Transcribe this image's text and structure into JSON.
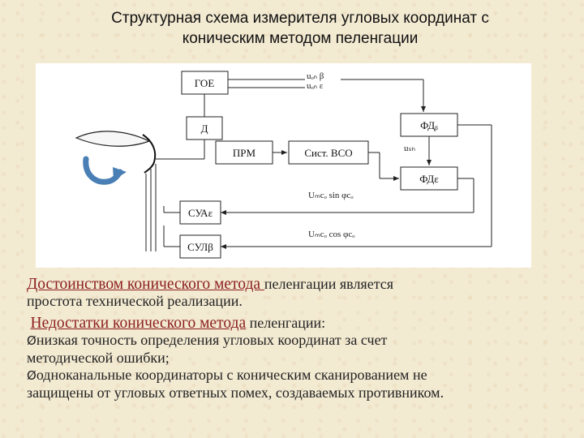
{
  "title": {
    "line1": "Структурная схема измерителя угловых координат с",
    "line2": "коническим методом пеленгации"
  },
  "diagram": {
    "blocks": {
      "goe": "ГОЕ",
      "d": "Д",
      "prm": "ПРМ",
      "sist_vso": "Сист. ВСО",
      "fd_beta": "ФДᵦ",
      "fd_eps": "ФДε",
      "sua_eps": "СУАε",
      "sul_beta": "СУЛβ"
    },
    "signals": {
      "u_on_beta": "uₒₙ β",
      "u_on_eps": "uₒₙ ε",
      "u_sh": "uₛₕ",
      "u_sin": "Uₘcₒ sin φcₒ",
      "u_cos": "Uₘcₒ cos φcₒ"
    }
  },
  "text": {
    "p1_heading": "Достоинством конического метода ",
    "p1_rest": "пеленгации является",
    "p1_line2": "простота технической реализации.",
    "p2_heading": "Недостатки конического метода",
    "p2_rest": " пеленгации:",
    "b1_line1": "низкая точность определения угловых координат за счет",
    "b1_line2": "методической  ошибки;",
    "b2_line1": "одноканальные координаторы с коническим сканированием не",
    "b2_line2": "защищены от угловых ответных помех, создаваемых противником.",
    "bullet": "Ø"
  }
}
